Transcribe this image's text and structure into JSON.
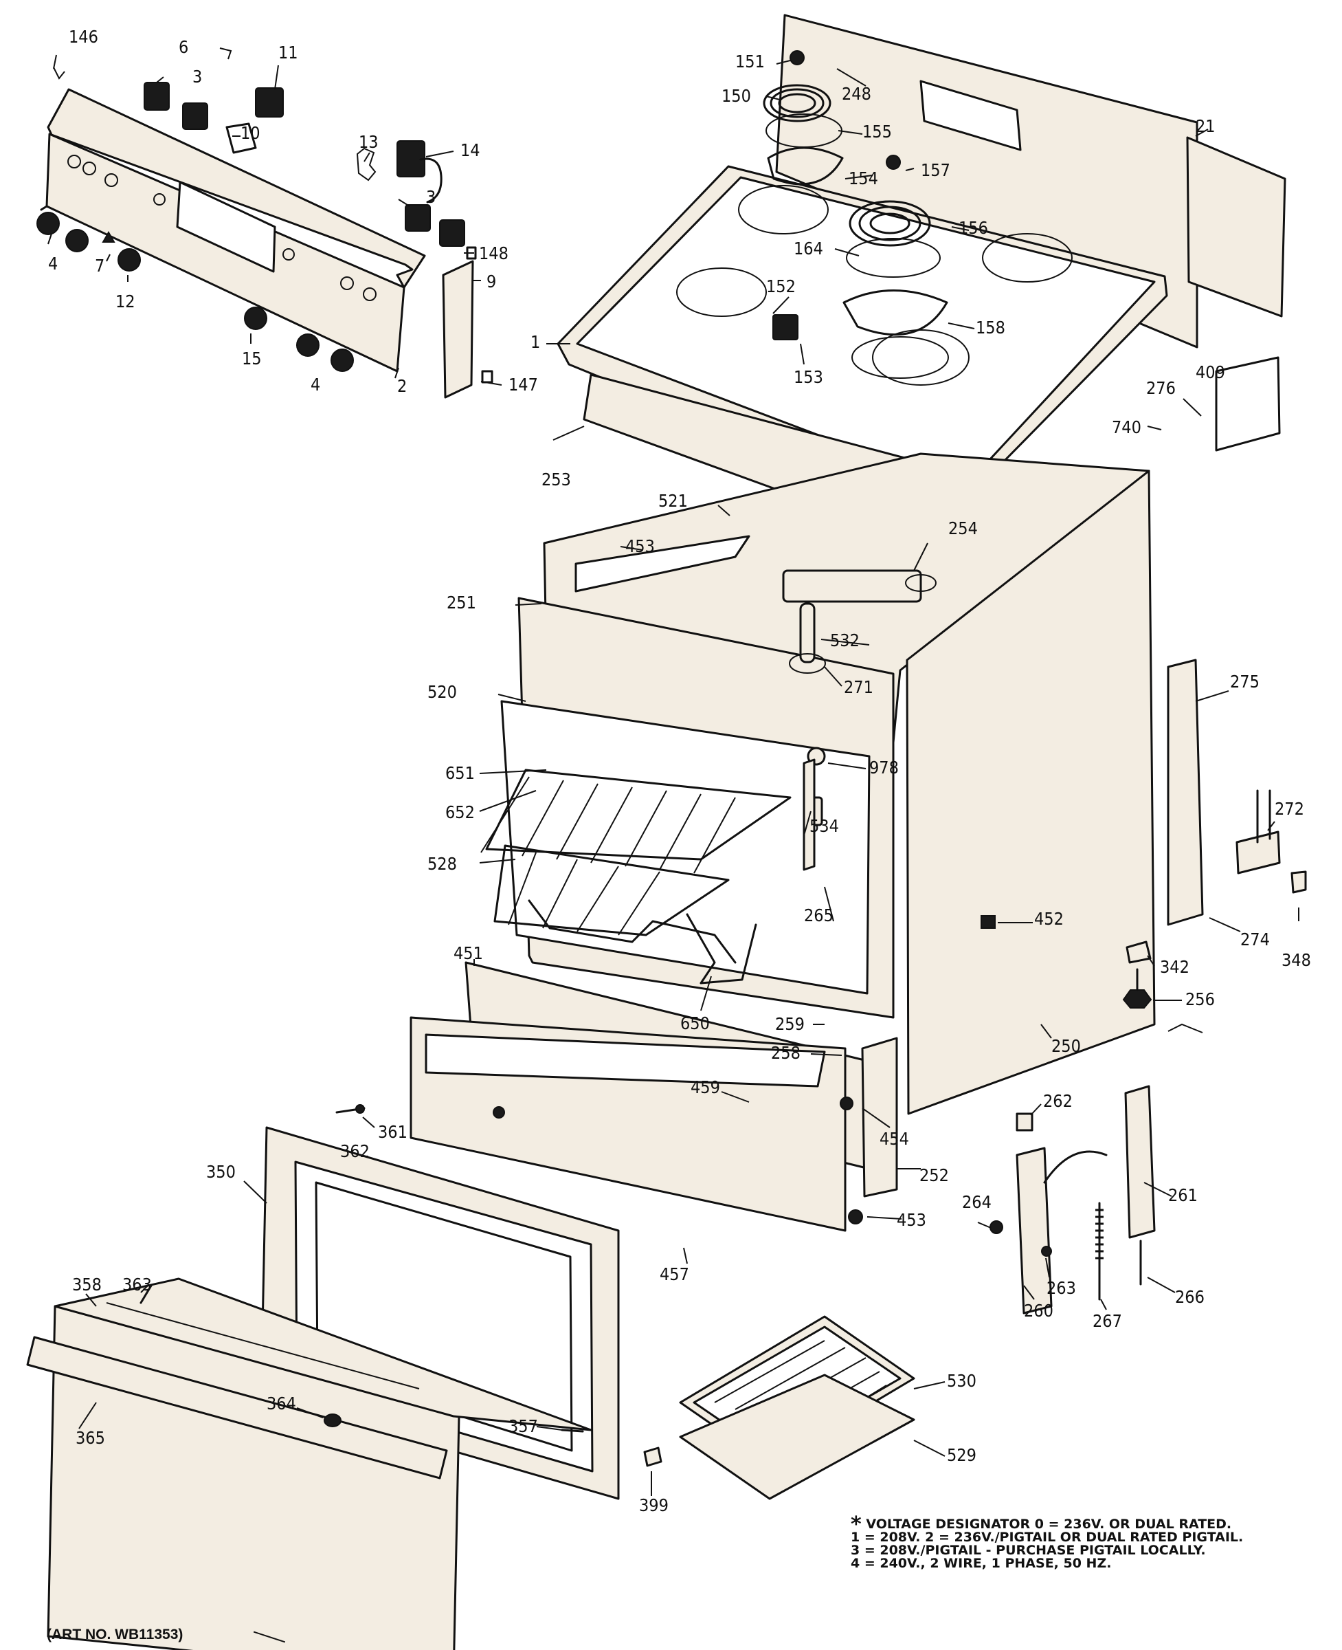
{
  "diagram": {
    "art_number": "(ART NO. WB11353)",
    "voltage_note": {
      "title": "VOLTAGE DESIGNATOR  0 = 236V. OR DUAL RATED.",
      "marker": "*",
      "lines": [
        "1 = 208V.   2 = 236V./PIGTAIL OR DUAL RATED PIGTAIL.",
        "3 = 208V./PIGTAIL - PURCHASE PIGTAIL LOCALLY.",
        "4 = 240V., 2 WIRE, 1 PHASE, 50 HZ."
      ]
    },
    "callouts": [
      "146",
      "6",
      "11",
      "3",
      "10",
      "13",
      "14",
      "3",
      "4",
      "7",
      "12",
      "148",
      "9",
      "15",
      "4",
      "2",
      "147",
      "151",
      "248",
      "150",
      "155",
      "154",
      "157",
      "21",
      "156",
      "164",
      "152",
      "158",
      "1",
      "153",
      "409",
      "276",
      "740",
      "253",
      "521",
      "254",
      "453",
      "251",
      "532",
      "271",
      "520",
      "978",
      "651",
      "652",
      "534",
      "528",
      "275",
      "272",
      "265",
      "452",
      "274",
      "348",
      "451",
      "342",
      "256",
      "650",
      "259",
      "258",
      "250",
      "459",
      "262",
      "454",
      "361",
      "362",
      "252",
      "261",
      "350",
      "264",
      "453",
      "263",
      "457",
      "266",
      "260",
      "267",
      "358",
      "363",
      "530",
      "365",
      "364",
      "357",
      "529",
      "399"
    ],
    "colors": {
      "line": "#111111",
      "paper": "#ffffff",
      "part_fill": "#f3ede2"
    }
  }
}
